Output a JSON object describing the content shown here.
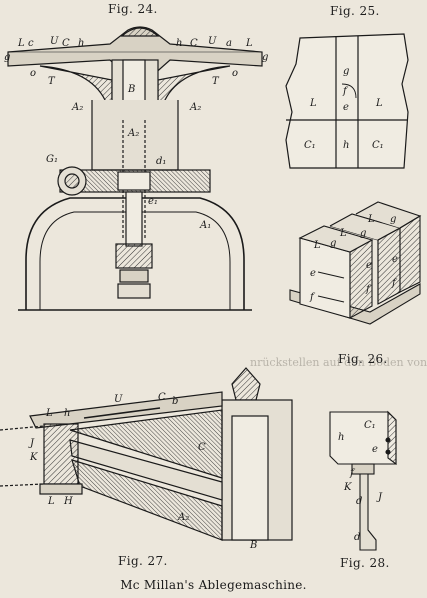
{
  "figures": [
    {
      "id": "fig24",
      "caption": "Fig. 24.",
      "labels": [
        "L",
        "c",
        "U",
        "C",
        "h",
        "h",
        "C",
        "U",
        "a",
        "L",
        "g",
        "g",
        "o",
        "o",
        "T",
        "T",
        "A₂",
        "A₂",
        "B",
        "A₂",
        "G₁",
        "d₁",
        "e₁",
        "A₁"
      ]
    },
    {
      "id": "fig25",
      "caption": "Fig. 25.",
      "labels": [
        "g",
        "f",
        "e",
        "L",
        "L",
        "C₁",
        "h",
        "C₁"
      ]
    },
    {
      "id": "fig26",
      "caption": "Fig. 26.",
      "labels": [
        "L",
        "L",
        "L",
        "g",
        "g",
        "g",
        "e",
        "e",
        "e",
        "f",
        "f",
        "f"
      ]
    },
    {
      "id": "fig27",
      "caption": "Fig. 27.",
      "labels": [
        "L",
        "h",
        "U",
        "C",
        "b",
        "J",
        "K",
        "L",
        "H",
        "C",
        "A₂",
        "B"
      ]
    },
    {
      "id": "fig28",
      "caption": "Fig. 28.",
      "labels": [
        "C₁",
        "h",
        "e",
        "f",
        "K",
        "d",
        "J",
        "d"
      ]
    }
  ],
  "main_caption": "Mc Millan's Ablegemaschine."
}
